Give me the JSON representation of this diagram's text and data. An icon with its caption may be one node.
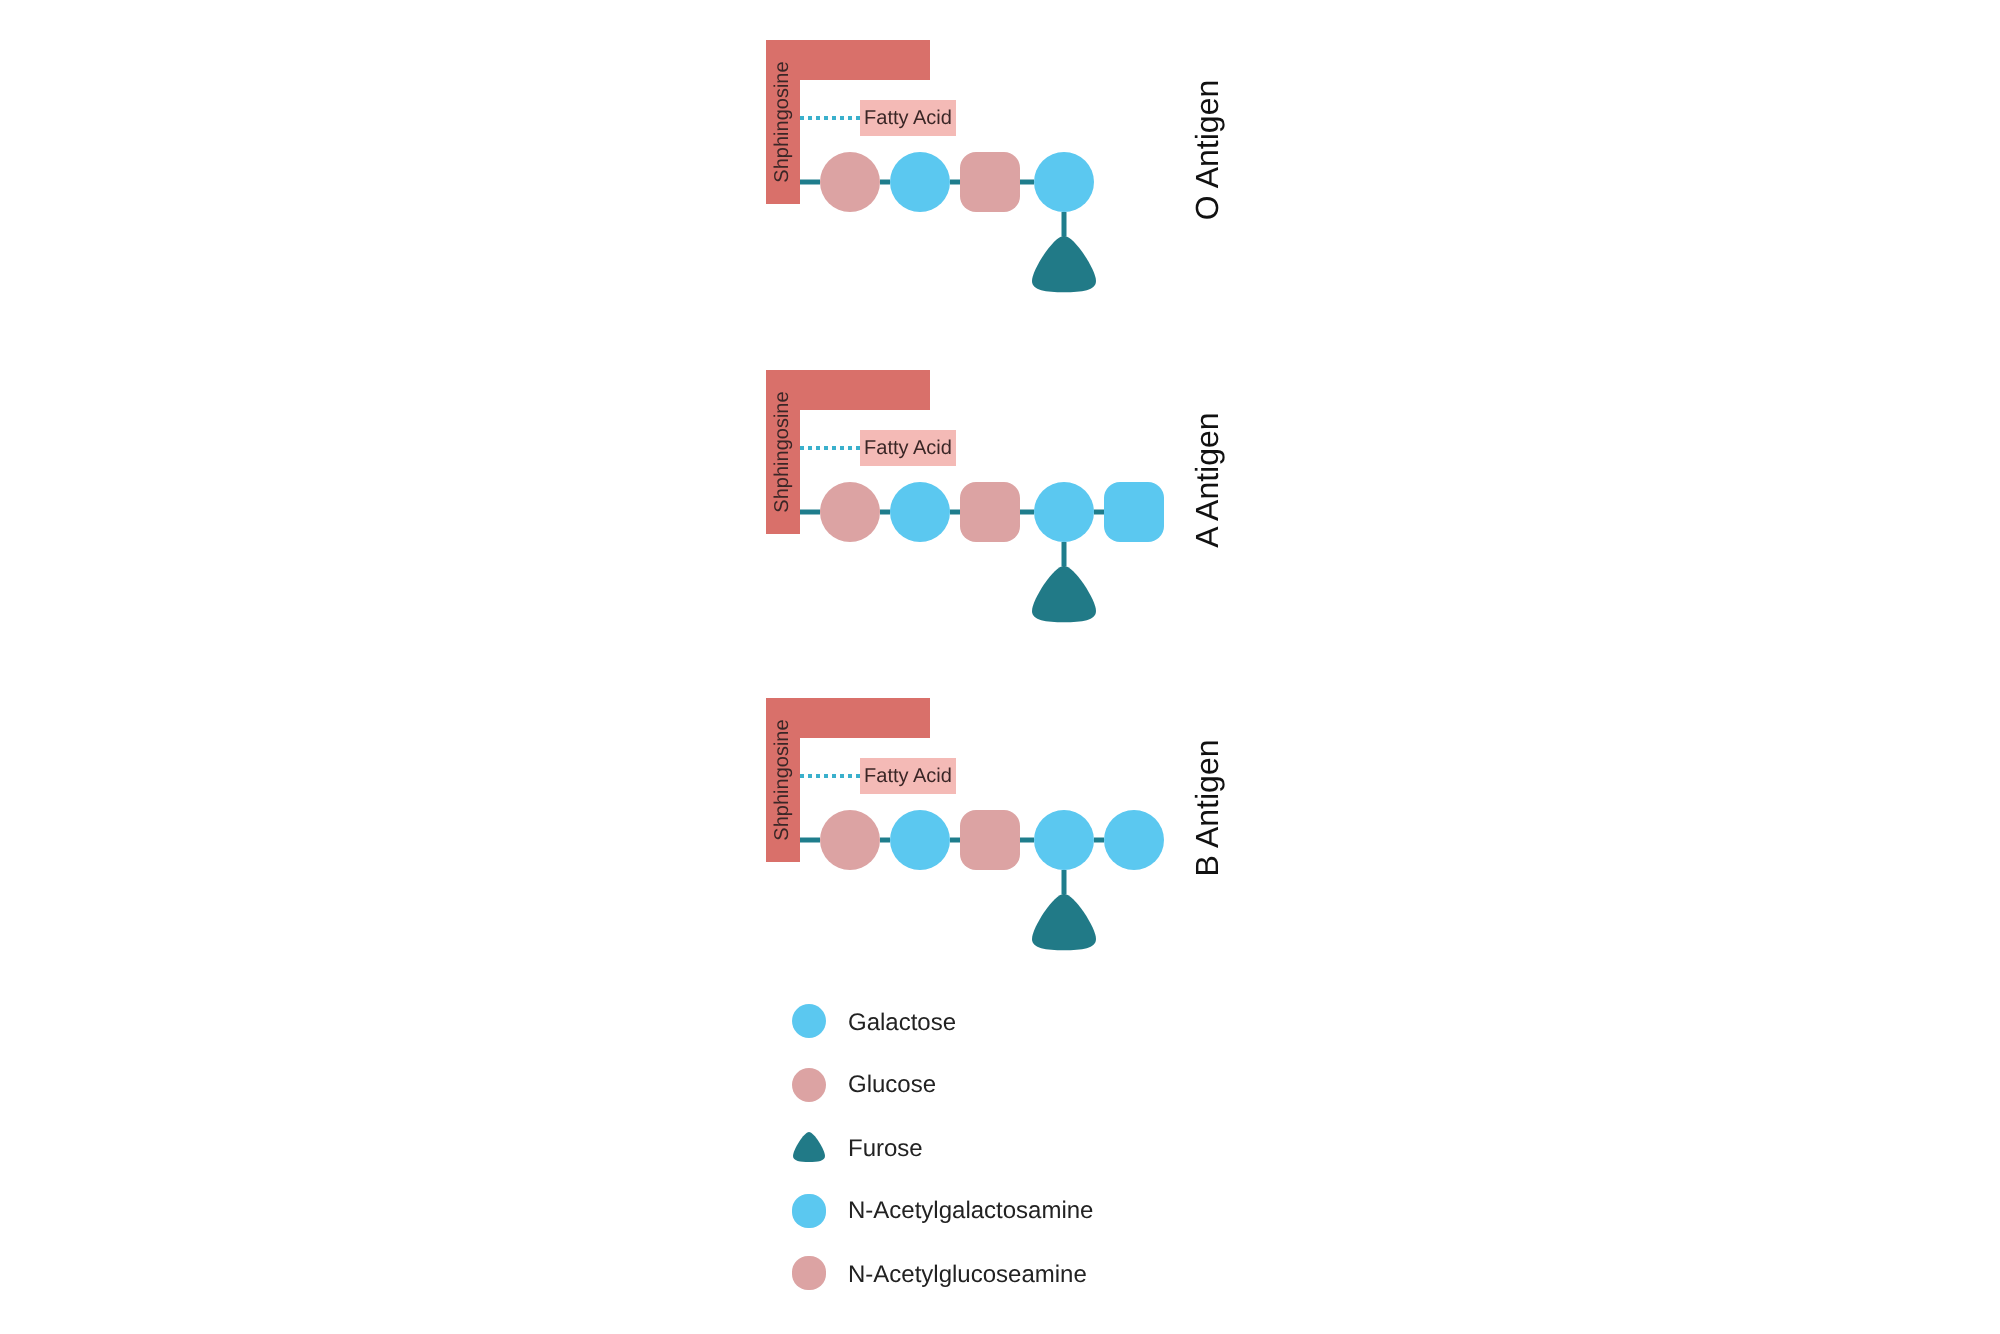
{
  "diagram": {
    "nodes": [
      {
        "text": [
          "Shphingosine"
        ]
      },
      {
        "text": [
          "Fatty Acid"
        ]
      },
      {
        "text": [],
        "shape": "circle"
      },
      {
        "text": [],
        "shape": "circle"
      },
      {
        "text": [],
        "shape": "box"
      },
      {
        "text": [],
        "shape": "circle"
      },
      {
        "text": [],
        "shape": "triangle"
      },
      {
        "text": [
          "Shphingosine"
        ]
      },
      {
        "text": [
          "Fatty Acid"
        ]
      },
      {
        "text": [],
        "shape": "circle"
      },
      {
        "text": [],
        "shape": "circle"
      },
      {
        "text": [],
        "shape": "box"
      },
      {
        "text": [],
        "shape": "circle"
      },
      {
        "text": [],
        "shape": "box"
      },
      {
        "text": [],
        "shape": "triangle"
      },
      {
        "text": [
          "Shphingosine"
        ]
      },
      {
        "text": [
          "Fatty Acid"
        ]
      },
      {
        "text": [],
        "shape": "circle"
      },
      {
        "text": [],
        "shape": "circle"
      },
      {
        "text": [],
        "shape": "box"
      },
      {
        "text": [],
        "shape": "circle"
      },
      {
        "text": [],
        "shape": "circle"
      },
      {
        "text": [],
        "shape": "triangle"
      }
    ],
    "edges": [
      {
        "from": 1,
        "to": 0,
        "arrow": "none",
        "style": "dashed",
        "color": "#3ab0cc"
      },
      {
        "from": 0,
        "to": 2,
        "arrow": "none"
      },
      {
        "from": 2,
        "to": 3,
        "arrow": "none"
      },
      {
        "from": 3,
        "to": 4,
        "arrow": "none"
      },
      {
        "from": 4,
        "to": 5,
        "arrow": "none"
      },
      {
        "from": 5,
        "to": 6,
        "arrow": "none"
      },
      {
        "from": 8,
        "to": 7,
        "arrow": "none",
        "style": "dashed",
        "color": "#3ab0cc"
      },
      {
        "from": 7,
        "to": 9,
        "arrow": "none"
      },
      {
        "from": 9,
        "to": 10,
        "arrow": "none"
      },
      {
        "from": 10,
        "to": 11,
        "arrow": "none"
      },
      {
        "from": 11,
        "to": 12,
        "arrow": "none"
      },
      {
        "from": 12,
        "to": 13,
        "arrow": "none"
      },
      {
        "from": 12,
        "to": 14,
        "arrow": "none"
      },
      {
        "from": 16,
        "to": 15,
        "arrow": "none",
        "style": "dashed",
        "color": "#3ab0cc"
      },
      {
        "from": 15,
        "to": 17,
        "arrow": "none"
      },
      {
        "from": 17,
        "to": 18,
        "arrow": "none"
      },
      {
        "from": 18,
        "to": 19,
        "arrow": "none"
      },
      {
        "from": 19,
        "to": 20,
        "arrow": "none"
      },
      {
        "from": 20,
        "to": 21,
        "arrow": "none"
      },
      {
        "from": 20,
        "to": 22,
        "arrow": "none"
      }
    ],
    "labels": [
      "O Antigen",
      "A Antigen",
      "B Antigen"
    ],
    "legend": [
      {
        "text": "Galactose",
        "color": "#5bc8f0"
      },
      {
        "text": "Glucose",
        "color": "#dca3a3"
      },
      {
        "text": "Furose",
        "color": "#217a87"
      },
      {
        "text": "N-Acetylgalactosamine",
        "color": "#5bc8f0"
      },
      {
        "text": "N-Acetylglucoseamine",
        "color": "#dca3a3"
      }
    ]
  }
}
